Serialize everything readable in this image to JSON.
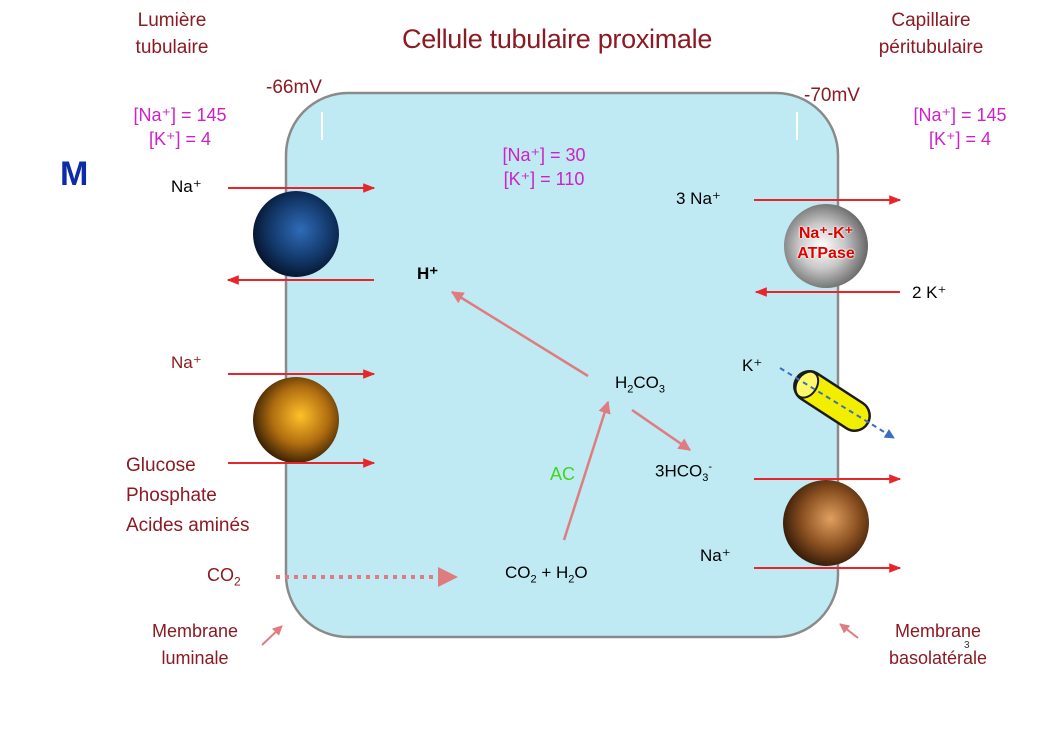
{
  "title": "Cellule tubulaire proximale",
  "left_compartment": {
    "line1": "Lumière",
    "line2": "tubulaire"
  },
  "right_compartment": {
    "line1": "Capillaire",
    "line2": "péritubulaire"
  },
  "potential_left": "-66mV",
  "potential_right": "-70mV",
  "lumen_conc": {
    "na": "[Na⁺] = 145",
    "k": "[K⁺] = 4"
  },
  "cell_conc": {
    "na": "[Na⁺] = 30",
    "k": "[K⁺] = 110"
  },
  "capillary_conc": {
    "na": "[Na⁺] = 145",
    "k": "[K⁺] = 4"
  },
  "m_letter": "M",
  "luminal": {
    "na_top": "Na⁺",
    "na_middle": "Na⁺",
    "cotransported": [
      "Glucose",
      "Phosphate",
      "Acides aminés"
    ],
    "co2": "CO",
    "co2_sub": "2"
  },
  "cell": {
    "h_plus": "H⁺",
    "h2co3": {
      "a": "H",
      "a_sub": "2",
      "b": "CO",
      "b_sub": "3"
    },
    "ac": "AC",
    "hco3": {
      "a": "3HCO",
      "sub": "3",
      "sup": "-"
    },
    "co2_h2o": {
      "a": "CO",
      "a_sub": "2",
      "b": " + H",
      "b_sub": "2",
      "c": "O"
    }
  },
  "basolateral": {
    "na3": "3 Na⁺",
    "k2": "2 K⁺",
    "k_channel": "K⁺",
    "na_bottom": "Na⁺",
    "pump_line1": "Na⁺-K⁺",
    "pump_line2": "ATPase"
  },
  "membrane_left": {
    "line1": "Membrane",
    "line2": "luminale"
  },
  "membrane_right": {
    "line1": "Membrane",
    "line2": "basolatérale"
  },
  "page_number": "3",
  "colors": {
    "cell_fill": "#bfe9f3",
    "cell_stroke": "#8a8a8a",
    "arrow_red": "#e8262a",
    "arrow_pink": "#e07c80",
    "title": "#8b1a22",
    "magenta": "#d020c8"
  }
}
